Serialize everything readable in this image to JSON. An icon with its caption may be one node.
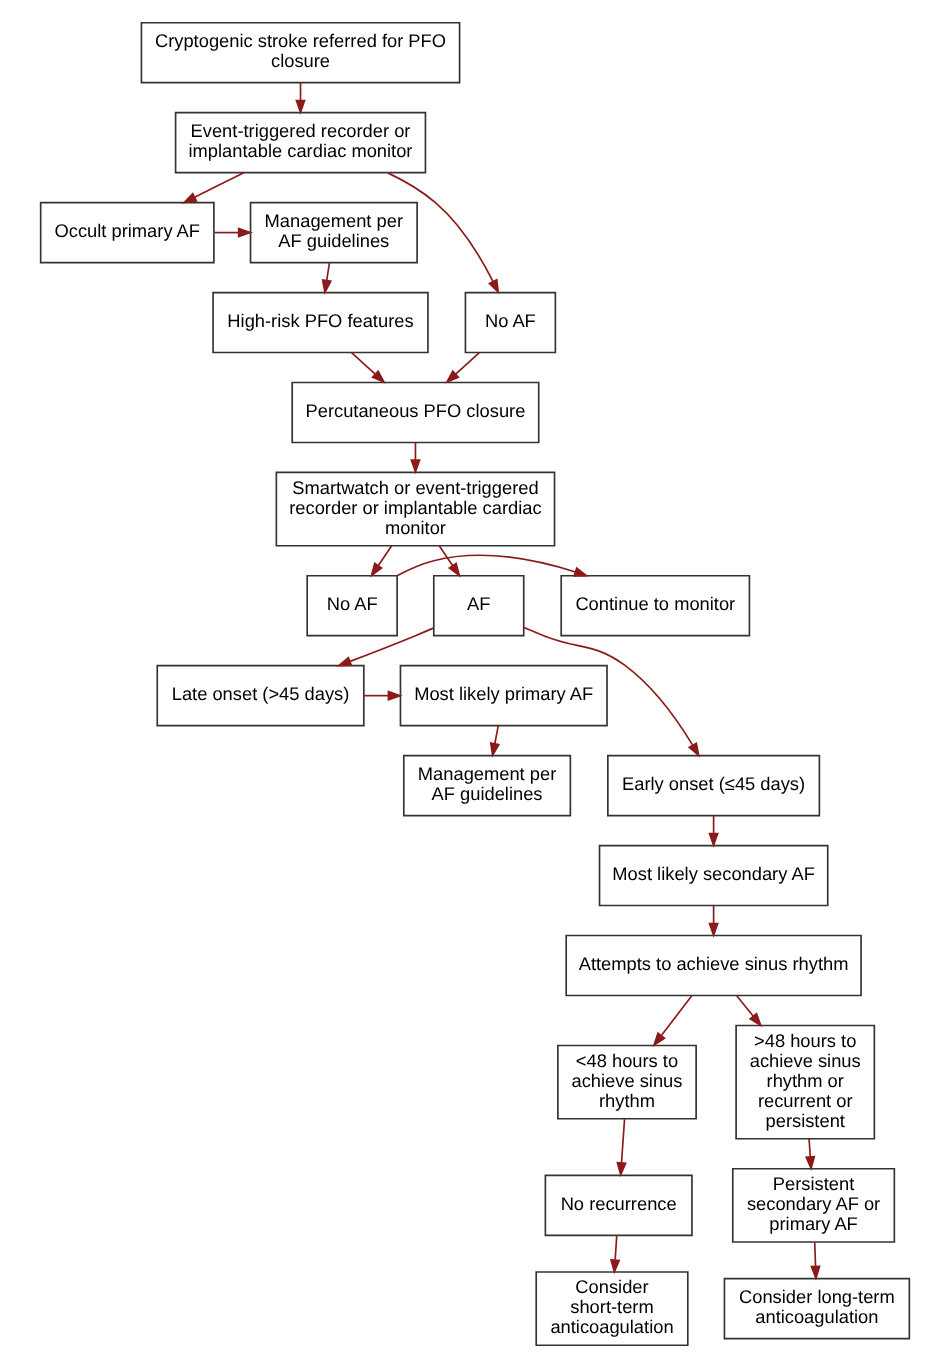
{
  "diagram": {
    "nodes": [
      {
        "text": [
          "Cryptogenic stroke referred for PFO closure"
        ]
      },
      {
        "text": [
          "Event-triggered recorder or implantable cardiac monitor"
        ]
      },
      {
        "text": [
          "Occult primary AF"
        ]
      },
      {
        "text": [
          "Management per AF guidelines"
        ]
      },
      {
        "text": [
          "No AF"
        ]
      },
      {
        "text": [
          "High-risk PFO features"
        ]
      },
      {
        "text": [
          "Percutaneous PFO closure"
        ]
      },
      {
        "text": [
          "Smartwatch or event-triggered recorder or implantable cardiac monitor"
        ]
      },
      {
        "text": [
          "No AF"
        ]
      },
      {
        "text": [
          "Continue to monitor"
        ]
      },
      {
        "text": [
          "AF"
        ]
      },
      {
        "text": [
          "Late onset (>45 days)"
        ]
      },
      {
        "text": [
          "Most likely primary AF"
        ]
      },
      {
        "text": [
          "Management per AF guidelines"
        ]
      },
      {
        "text": [
          "Early onset (≤45 days)"
        ]
      },
      {
        "text": [
          "Most likely secondary AF"
        ]
      },
      {
        "text": [
          "Attempts to achieve sinus rhythm"
        ]
      },
      {
        "text": [
          "<48 hours to achieve sinus rhythm"
        ]
      },
      {
        "text": [
          ">48 hours to achieve sinus rhythm or recurrent or persistent"
        ]
      },
      {
        "text": [
          "No recurrence"
        ]
      },
      {
        "text": [
          "Persistent secondary AF or primary AF"
        ]
      },
      {
        "text": [
          "Consider short-term anticoagulation"
        ]
      },
      {
        "text": [
          "Consider long-term anticoagulation"
        ]
      }
    ],
    "edges": [
      {
        "from": 0,
        "to": 1,
        "arrow": "to"
      },
      {
        "from": 1,
        "to": 2,
        "arrow": "to"
      },
      {
        "from": 1,
        "to": 4,
        "arrow": "to"
      },
      {
        "from": 2,
        "to": 3,
        "arrow": "to"
      },
      {
        "from": 3,
        "to": 5,
        "arrow": "to"
      },
      {
        "from": 5,
        "to": 6,
        "arrow": "to"
      },
      {
        "from": 4,
        "to": 6,
        "arrow": "to"
      },
      {
        "from": 6,
        "to": 7,
        "arrow": "to"
      },
      {
        "from": 7,
        "to": 8,
        "arrow": "to"
      },
      {
        "from": 7,
        "to": 10,
        "arrow": "to"
      },
      {
        "from": 8,
        "to": 9,
        "arrow": "to"
      },
      {
        "from": 10,
        "to": 11,
        "arrow": "to"
      },
      {
        "from": 10,
        "to": 14,
        "arrow": "to"
      },
      {
        "from": 11,
        "to": 12,
        "arrow": "to"
      },
      {
        "from": 12,
        "to": 13,
        "arrow": "to"
      },
      {
        "from": 14,
        "to": 15,
        "arrow": "to"
      },
      {
        "from": 15,
        "to": 16,
        "arrow": "to"
      },
      {
        "from": 16,
        "to": 17,
        "arrow": "to"
      },
      {
        "from": 16,
        "to": 18,
        "arrow": "to"
      },
      {
        "from": 17,
        "to": 19,
        "arrow": "to"
      },
      {
        "from": 18,
        "to": 20,
        "arrow": "to"
      },
      {
        "from": 19,
        "to": 21,
        "arrow": "to"
      },
      {
        "from": 20,
        "to": 22,
        "arrow": "to"
      }
    ]
  }
}
